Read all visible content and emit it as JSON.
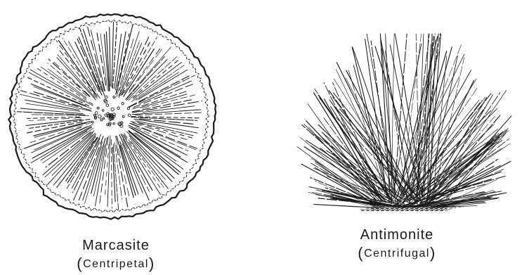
{
  "figures": [
    {
      "name": "Marcasite",
      "type_open": "(",
      "type": "Centripetal",
      "type_close": ")"
    },
    {
      "name": "Antimonite",
      "type_open": "(",
      "type": "Centrifugal",
      "type_close": ")"
    }
  ],
  "colors": {
    "ink": "#1a1a1a",
    "paper": "#ffffff"
  }
}
